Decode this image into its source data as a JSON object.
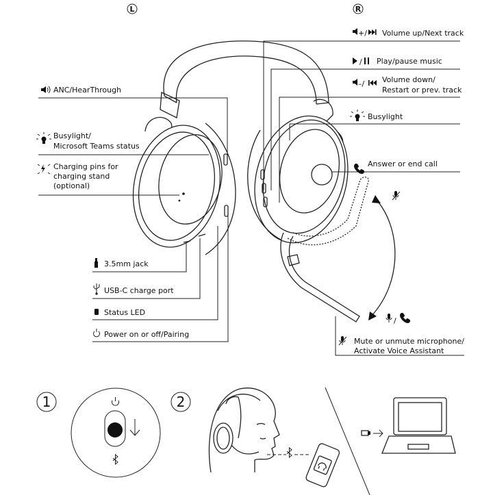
{
  "sides": {
    "left": "L",
    "right": "R"
  },
  "right_labels": {
    "volume_up": "Volume up/Next track",
    "play_pause": "Play/pause music",
    "volume_down_1": "Volume down/",
    "volume_down_2": "Restart or prev. track",
    "busylight": "Busylight",
    "answer_end": "Answer or end call",
    "mute_1": "Mute or unmute microphone/",
    "mute_2": "Activate Voice Assistant"
  },
  "left_labels": {
    "anc": "ANC/HearThrough",
    "busylight_1": "Busylight/",
    "busylight_2": "Microsoft Teams status",
    "pins_1": "Charging pins for",
    "pins_2": "charging stand",
    "pins_3": "(optional)"
  },
  "bottom_labels": {
    "jack": "3.5mm jack",
    "usb": "USB-C charge port",
    "led": "Status LED",
    "power": "Power on or off/Pairing"
  },
  "steps": {
    "one": "1",
    "two": "2"
  },
  "icons": {
    "volume_up": "volume-up-next-icon",
    "play_pause": "play-pause-icon",
    "volume_down": "volume-down-prev-icon",
    "busylight": "busylight-icon",
    "answer": "phone-icon",
    "mute": "mic-muted-icon",
    "anc": "speaker-icon",
    "pins": "charging-pins-icon",
    "jack": "jack-icon",
    "usb": "usb-icon",
    "led": "led-icon",
    "power": "power-icon",
    "bluetooth": "bluetooth-icon"
  }
}
